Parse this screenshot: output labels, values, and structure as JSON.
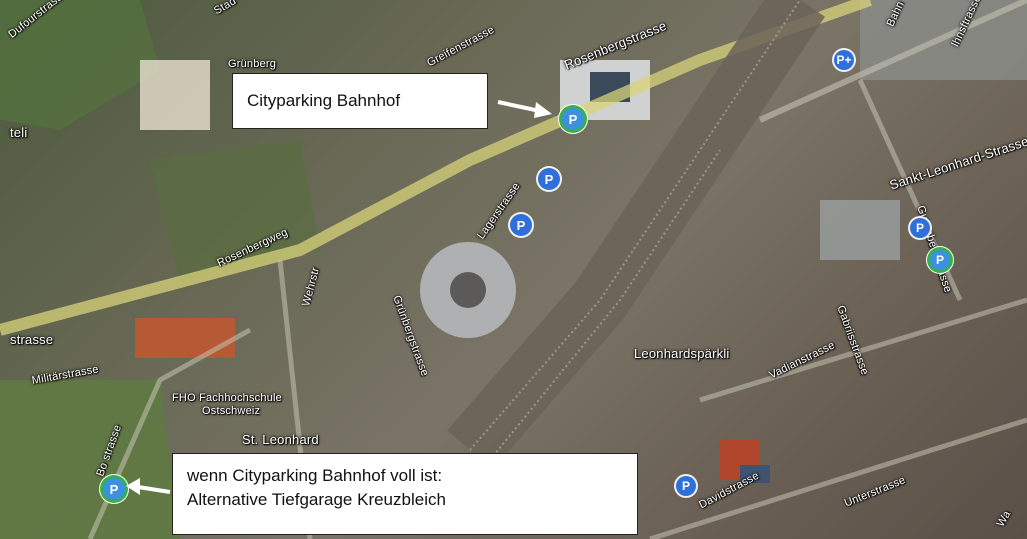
{
  "map": {
    "callouts": {
      "top": "Cityparking Bahnhof",
      "bottom_line1": "wenn Cityparking Bahnhof voll ist:",
      "bottom_line2": "Alternative Tiefgarage Kreuzbleich"
    },
    "labels": {
      "dufourstrasse": "Dufourstrasse",
      "stadt": "Stad",
      "gruenberg": "Grünberg",
      "greifenstrasse": "Greifenstrasse",
      "rosenbergstrasse": "Rosenbergstrasse",
      "bahnhof": "Bahn",
      "marktstrasse": "lhnsftrasse",
      "teli": "teli",
      "sankt_leonhard_strasse": "Sankt-Leonhard-Strasse",
      "lagerstrasse": "Lagerstrasse",
      "rosenbergweg": "Rosenbergweg",
      "wehrstrasse": "Wehrstr",
      "gruenbergstrasse": "Grünbergstrasse",
      "gutenbergstrasse": "Gutenbergstrasse",
      "gabriisstrasse": "Gabriisstrasse",
      "strasse_left": "strasse",
      "leonhardsparkli": "Leonhardspärkli",
      "vadianstrasse": "Vadianstrasse",
      "militaerstrasse": "Militärstrasse",
      "fho": "FHO Fachhochschule",
      "ostschweiz": "Ostschweiz",
      "st_leonhard": "St. Leonhard",
      "bo_strasse": "Bo strasse",
      "davidstrasse": "Davidstrasse",
      "unterstrasse": "Unterstrasse",
      "wa": "Wa"
    },
    "parking_symbol": "P",
    "parking_plus_symbol": "P+",
    "colors": {
      "parking_blue": "#2f6fd9",
      "highlight_green": "#38b04a",
      "callout_bg": "#ffffff",
      "road_yellow": "#d8d37a"
    }
  }
}
